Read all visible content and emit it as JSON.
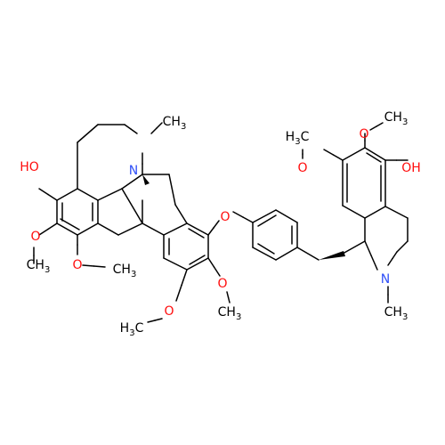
{
  "colors": {
    "bond": "#000000",
    "oxygen": "#ff0d0d",
    "nitrogen": "#3050f8",
    "carbon": "#404040"
  },
  "labels": {
    "oh_left": "HO",
    "oh_right": "OH",
    "n_left": "N",
    "n_right": "N",
    "o": "O",
    "ch3": "CH",
    "h3c": "H",
    "c": "C",
    "sub3": "3"
  }
}
